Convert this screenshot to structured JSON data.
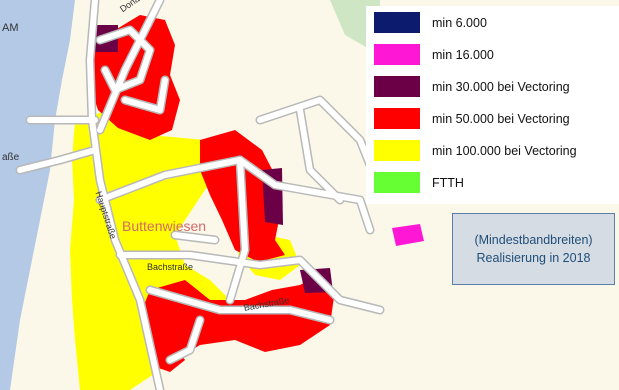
{
  "map": {
    "colors": {
      "background": "#fbf8ea",
      "river": "#b3c9e6",
      "road": "#b8b8b8",
      "road_inner": "#ffffff",
      "forest": "#cfe6c4"
    },
    "labels": {
      "map_edge_top_left": "AM",
      "river_road": "Donauwörth",
      "street_left": "aße",
      "town": "Buttenwiesen",
      "hauptstrasse": "Hauptstraße",
      "bachstrasse_1": "Bachstraße",
      "bachstrasse_2": "Bachstraße"
    }
  },
  "legend": {
    "items": [
      {
        "label": "min 6.000",
        "color": "#0d1b6e"
      },
      {
        "label": "min 16.000",
        "color": "#ff17d6"
      },
      {
        "label": "min 30.000 bei Vectoring",
        "color": "#6b0047"
      },
      {
        "label": "min 50.000 bei Vectoring",
        "color": "#ff0000"
      },
      {
        "label": "min 100.000 bei Vectoring",
        "color": "#ffff00"
      },
      {
        "label": "FTTH",
        "color": "#66ff33"
      }
    ]
  },
  "info_box": {
    "line1": "(Mindestbandbreiten)",
    "line2": "Realisierung in 2018"
  }
}
